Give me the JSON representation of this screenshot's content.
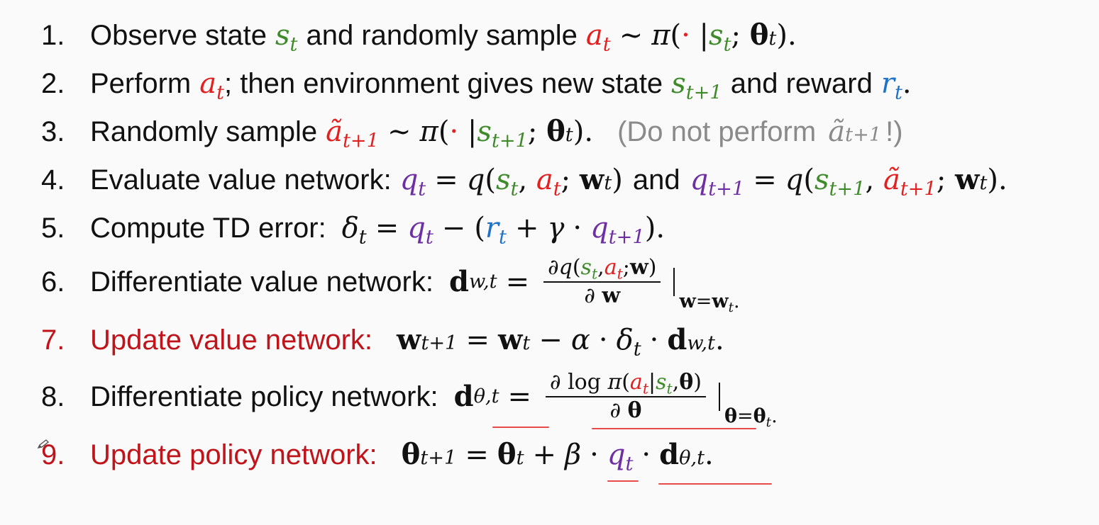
{
  "steps": [
    {
      "number": "1.",
      "text": "Observe state",
      "text2": "and randomly sample"
    },
    {
      "number": "2.",
      "text": "Perform",
      "text2": "; then environment gives new state",
      "text3": "and reward"
    },
    {
      "number": "3.",
      "text": "Randomly sample",
      "note_open": "(Do not perform",
      "note_close": "!)"
    },
    {
      "number": "4.",
      "text": "Evaluate value network:",
      "text2": "and"
    },
    {
      "number": "5.",
      "text": "Compute TD error:"
    },
    {
      "number": "6.",
      "text": "Differentiate value network:"
    },
    {
      "number": "7.",
      "text": "Update value network:"
    },
    {
      "number": "8.",
      "text": "Differentiate policy network:"
    },
    {
      "number": "9.",
      "text": "Update policy network:"
    }
  ],
  "colors": {
    "state": "#3f8b2b",
    "action": "#e32020",
    "reward": "#1e73c8",
    "value": "#6e2fa2",
    "highlight_step": "#c0141b",
    "underline": "#e84a4a"
  },
  "icons": [
    "pencil-cursor-icon"
  ]
}
